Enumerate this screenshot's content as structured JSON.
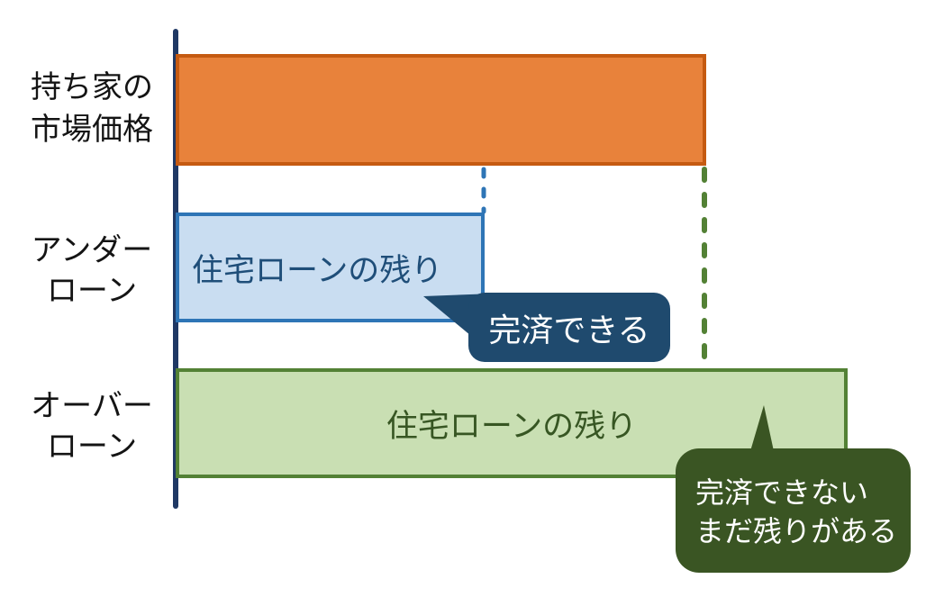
{
  "page": {
    "background": "#FFFFFF"
  },
  "axis": {
    "color": "#1F3864"
  },
  "rows": [
    {
      "id": "market-price",
      "label_line1": "持ち家の",
      "label_line2": "市場価格",
      "bar_fill": "#E8823B",
      "bar_border": "#C55A11"
    },
    {
      "id": "underloan",
      "label_line1": "アンダー",
      "label_line2": "ローン",
      "bar_text": "住宅ローンの残り",
      "bar_fill": "#C9DDF1",
      "bar_border": "#2E75B6",
      "bar_text_color": "#1F4E79",
      "callout_text": "完済できる",
      "callout_fill": "#1F4A6E",
      "callout_text_color": "#FFFFFF"
    },
    {
      "id": "overloan",
      "label_line1": "オーバー",
      "label_line2": "ローン",
      "bar_text": "住宅ローンの残り",
      "bar_fill": "#C9DFB3",
      "bar_border": "#538135",
      "bar_text_color": "#375623",
      "callout_line1": "完済できない",
      "callout_line2": "まだ残りがある",
      "callout_fill": "#3A5523",
      "callout_text_color": "#FFFFFF"
    }
  ],
  "connectors": {
    "underloan_dash_color": "#2E75B6",
    "overloan_dash_color": "#538135"
  }
}
